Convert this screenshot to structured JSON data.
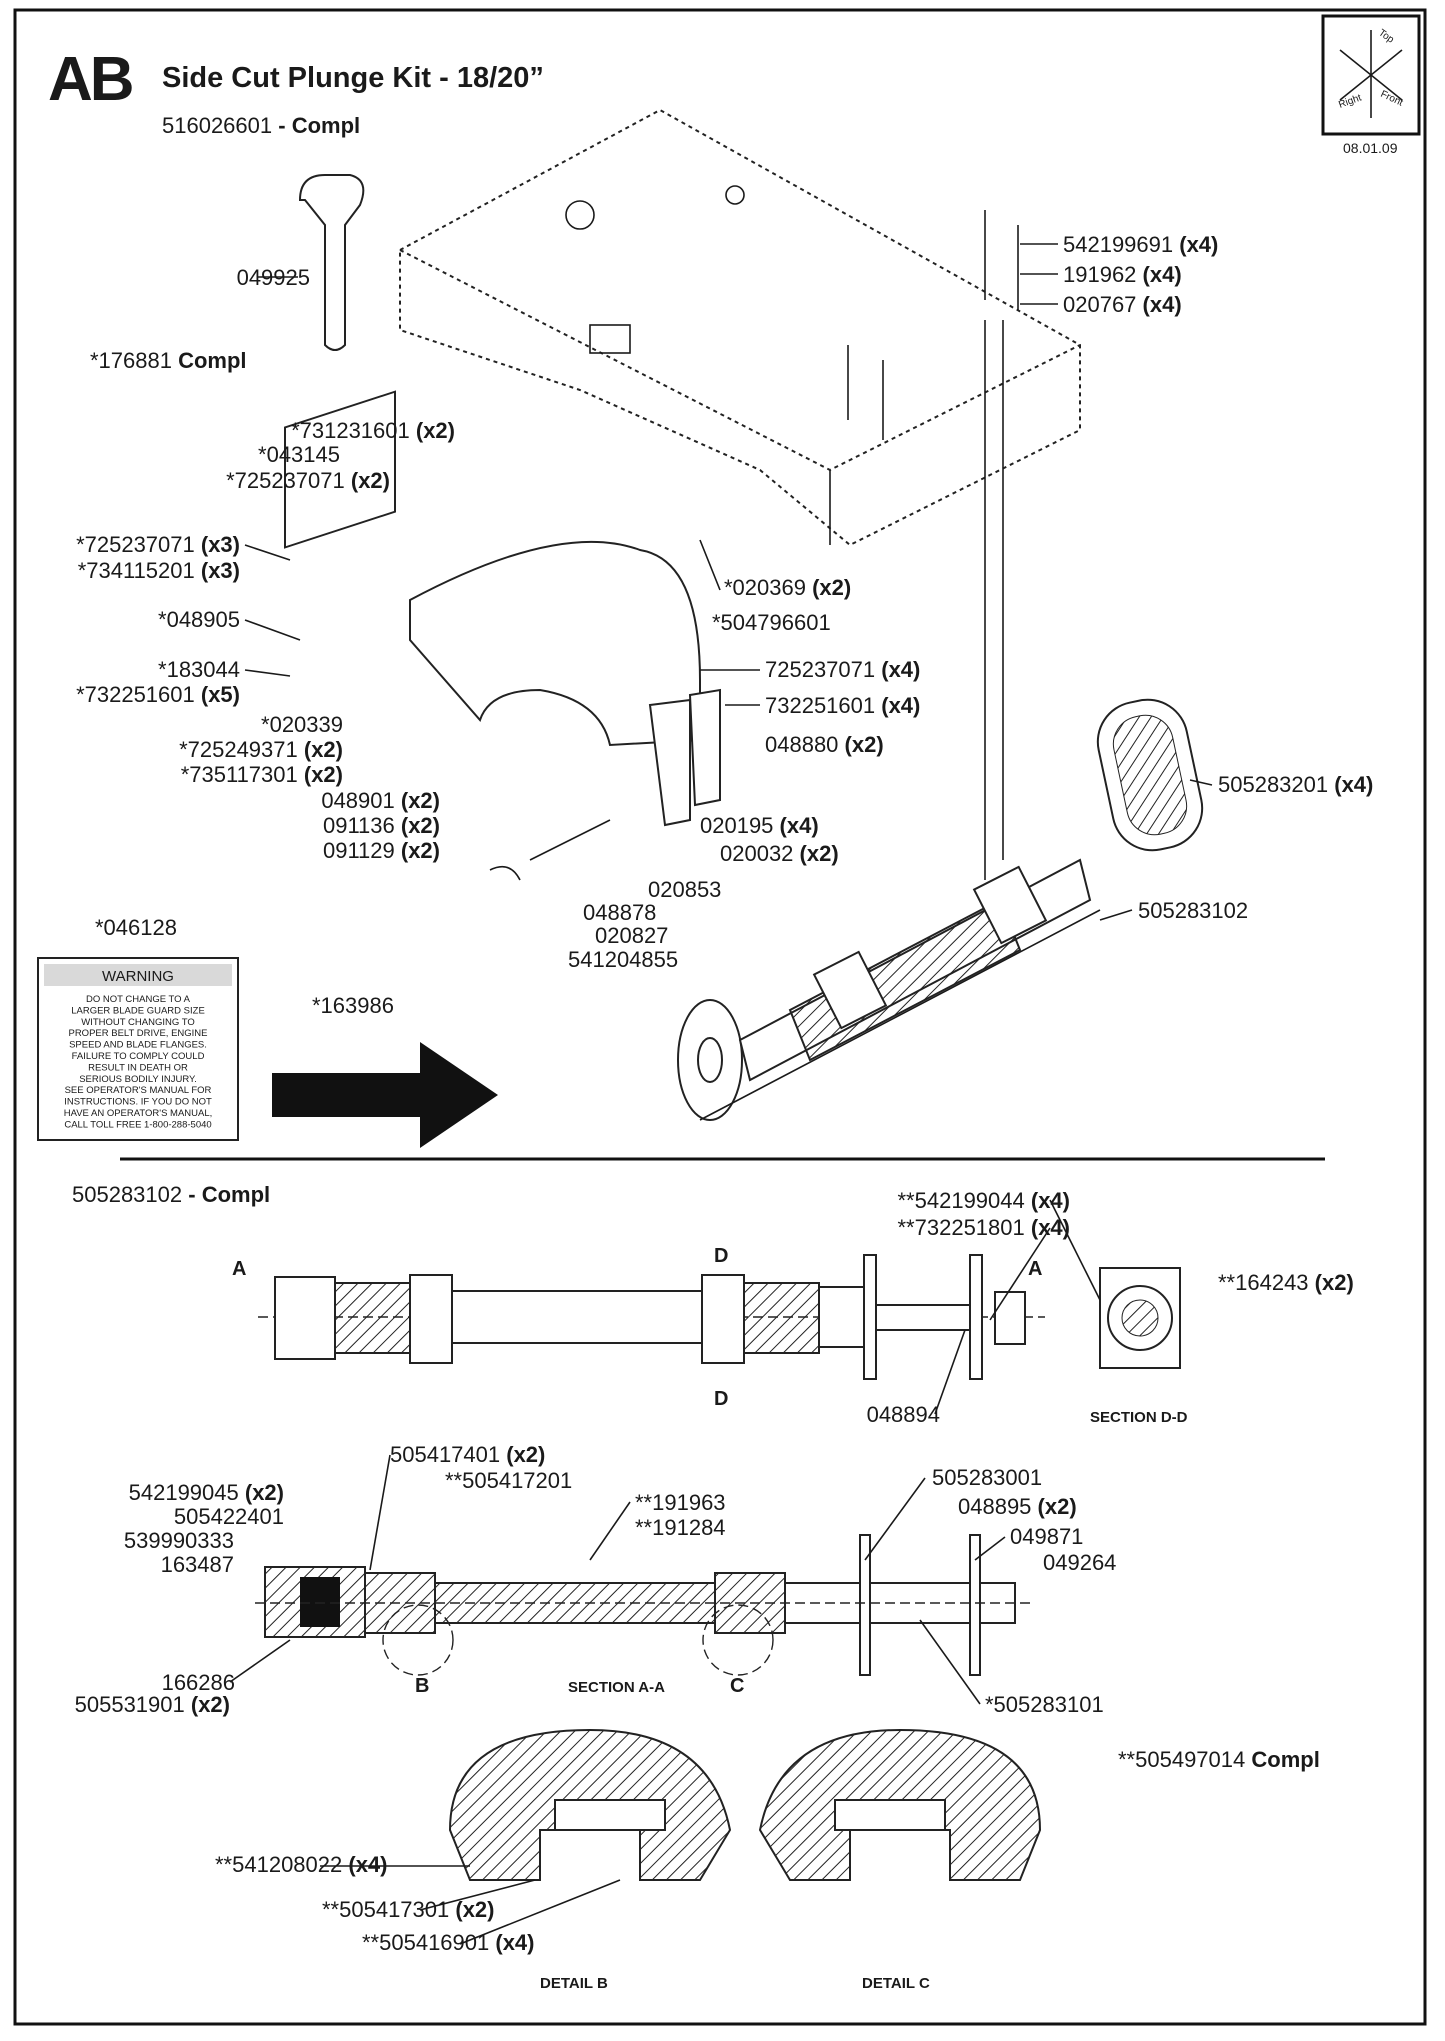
{
  "header": {
    "code": "AB",
    "title": "Side Cut Plunge Kit - 18/20”",
    "kit_number": "516026601",
    "kit_suffix": "- Compl",
    "date": "08.01.09",
    "orientation": {
      "top": "Top",
      "right": "Right",
      "front": "Front"
    }
  },
  "top_labels": [
    {
      "num": "049925",
      "qty": ""
    },
    {
      "num": "*176881",
      "qty": "Compl"
    },
    {
      "num": "542199691",
      "qty": "(x4)"
    },
    {
      "num": "191962",
      "qty": "(x4)"
    },
    {
      "num": "020767",
      "qty": "(x4)"
    },
    {
      "num": "*731231601",
      "qty": "(x2)"
    },
    {
      "num": "*043145",
      "qty": ""
    },
    {
      "num": "*725237071",
      "qty": "(x2)"
    },
    {
      "num": "*725237071",
      "qty": "(x3)"
    },
    {
      "num": "*734115201",
      "qty": "(x3)"
    },
    {
      "num": "*048905",
      "qty": ""
    },
    {
      "num": "*183044",
      "qty": ""
    },
    {
      "num": "*732251601",
      "qty": "(x5)"
    },
    {
      "num": "*020339",
      "qty": ""
    },
    {
      "num": "*725249371",
      "qty": "(x2)"
    },
    {
      "num": "*735117301",
      "qty": "(x2)"
    },
    {
      "num": "048901",
      "qty": "(x2)"
    },
    {
      "num": "091136",
      "qty": "(x2)"
    },
    {
      "num": "091129",
      "qty": "(x2)"
    },
    {
      "num": "*020369",
      "qty": "(x2)"
    },
    {
      "num": "*504796601",
      "qty": ""
    },
    {
      "num": "725237071",
      "qty": "(x4)"
    },
    {
      "num": "732251601",
      "qty": "(x4)"
    },
    {
      "num": "048880",
      "qty": "(x2)"
    },
    {
      "num": "505283201",
      "qty": "(x4)"
    },
    {
      "num": "020195",
      "qty": "(x4)"
    },
    {
      "num": "020032",
      "qty": "(x2)"
    },
    {
      "num": "020853",
      "qty": ""
    },
    {
      "num": "048878",
      "qty": ""
    },
    {
      "num": "020827",
      "qty": ""
    },
    {
      "num": "541204855",
      "qty": ""
    },
    {
      "num": "505283102",
      "qty": ""
    },
    {
      "num": "*046128",
      "qty": ""
    },
    {
      "num": "*163986",
      "qty": ""
    }
  ],
  "warning": {
    "heading": "WARNING",
    "lines": [
      "DO NOT CHANGE TO A",
      "LARGER BLADE GUARD SIZE",
      "WITHOUT CHANGING TO",
      "PROPER BELT DRIVE, ENGINE",
      "SPEED AND BLADE FLANGES.",
      "FAILURE TO COMPLY COULD",
      "RESULT IN DEATH OR",
      "SERIOUS BODILY INJURY.",
      "SEE OPERATOR'S MANUAL FOR",
      "INSTRUCTIONS. IF YOU DO NOT",
      "HAVE AN OPERATOR'S MANUAL,",
      "CALL TOLL FREE 1-800-288-5040"
    ]
  },
  "bottom": {
    "assembly_number": "505283102",
    "assembly_suffix": "- Compl",
    "labels": [
      {
        "num": "**542199044",
        "qty": "(x4)"
      },
      {
        "num": "**732251801",
        "qty": "(x4)"
      },
      {
        "num": "**164243",
        "qty": "(x2)"
      },
      {
        "num": "048894",
        "qty": ""
      },
      {
        "num": "505417401",
        "qty": "(x2)"
      },
      {
        "num": "542199045",
        "qty": "(x2)"
      },
      {
        "num": "**505417201",
        "qty": ""
      },
      {
        "num": "505422401",
        "qty": ""
      },
      {
        "num": "539990333",
        "qty": ""
      },
      {
        "num": "163487",
        "qty": ""
      },
      {
        "num": "**191963",
        "qty": ""
      },
      {
        "num": "**191284",
        "qty": ""
      },
      {
        "num": "505283001",
        "qty": ""
      },
      {
        "num": "048895",
        "qty": "(x2)"
      },
      {
        "num": "049871",
        "qty": ""
      },
      {
        "num": "049264",
        "qty": ""
      },
      {
        "num": "166286",
        "qty": ""
      },
      {
        "num": "505531901",
        "qty": "(x2)"
      },
      {
        "num": "*505283101",
        "qty": ""
      },
      {
        "num": "**505497014",
        "qty": "Compl"
      },
      {
        "num": "**541208022",
        "qty": "(x4)"
      },
      {
        "num": "**505417301",
        "qty": "(x2)"
      },
      {
        "num": "**505416901",
        "qty": "(x4)"
      }
    ],
    "captions": {
      "section_dd": "SECTION D-D",
      "section_aa": "SECTION A-A",
      "detail_b": "DETAIL B",
      "detail_c": "DETAIL C",
      "marker_a": "A",
      "marker_d": "D",
      "marker_b": "B",
      "marker_c": "C"
    }
  }
}
